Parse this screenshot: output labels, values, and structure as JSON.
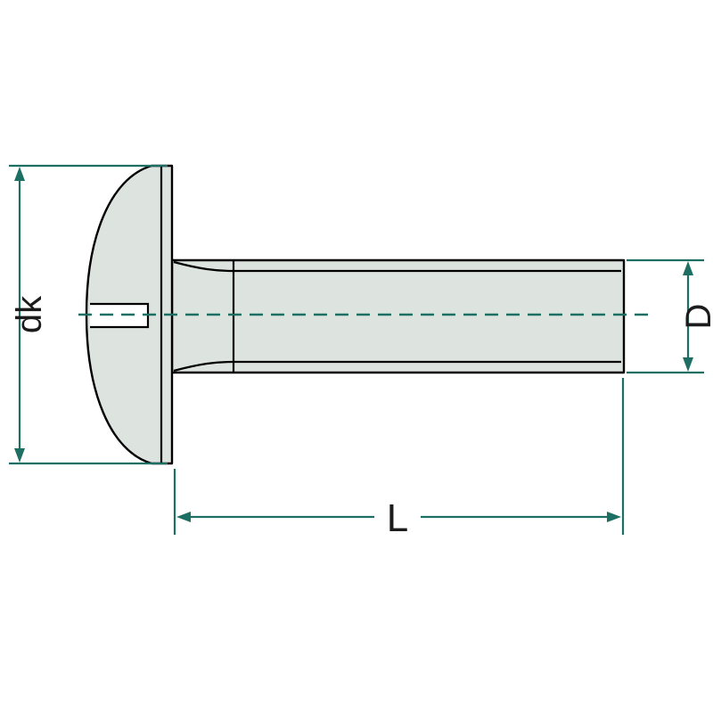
{
  "diagram": {
    "type": "technical-drawing",
    "subject": "truss-head slotted screw, side view with dimensions",
    "labels": {
      "head_diameter": "dk",
      "shank_diameter": "D",
      "length": "L"
    },
    "colors": {
      "dimension_line": "#1e6f63",
      "centerline": "#1e6f63",
      "outline": "#000000",
      "body_fill": "#dde4e0",
      "background": "#ffffff",
      "label_text": "#1c1c1c"
    }
  }
}
